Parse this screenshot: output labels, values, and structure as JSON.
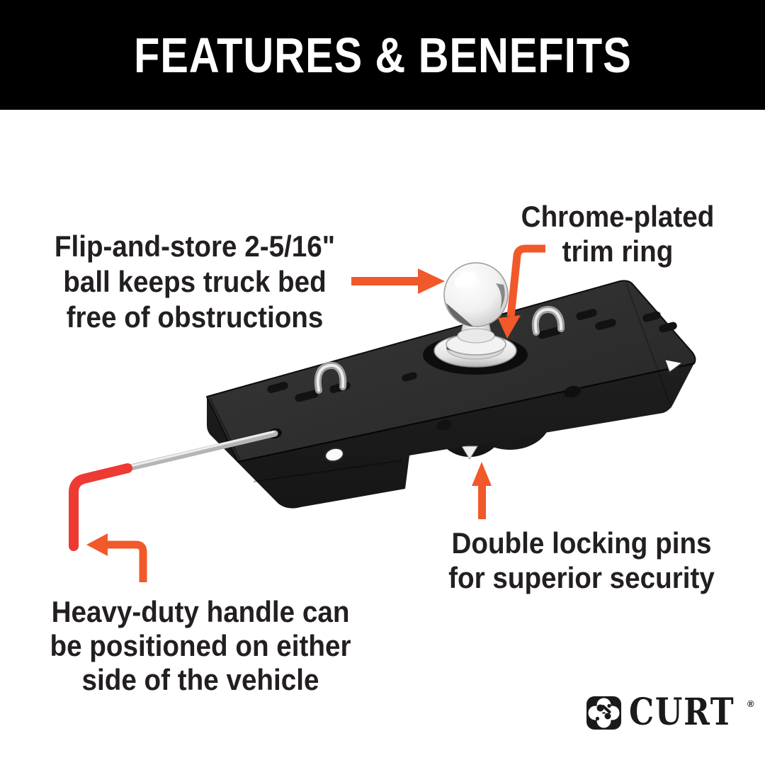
{
  "header": {
    "title": "FEATURES & BENEFITS"
  },
  "callouts": {
    "ball": {
      "lines": [
        "Flip-and-store 2-5/16\"",
        "ball keeps truck bed",
        "free of obstructions"
      ]
    },
    "trim_ring": {
      "lines": [
        "Chrome-plated",
        "trim ring"
      ]
    },
    "locking_pins": {
      "lines": [
        "Double locking pins",
        "for superior security"
      ]
    },
    "handle": {
      "lines": [
        "Heavy-duty handle can",
        "be positioned on either",
        "side of the vehicle"
      ]
    }
  },
  "logo": {
    "brand": "CURT",
    "registered_mark": "®"
  },
  "colors": {
    "header_bg": "#000000",
    "title_text": "#ffffff",
    "body_text": "#231f20",
    "accent_orange": "#F1592B",
    "handle_red": "#ED3A33",
    "product_black": "#262626",
    "chrome": "#E9E9E9"
  }
}
